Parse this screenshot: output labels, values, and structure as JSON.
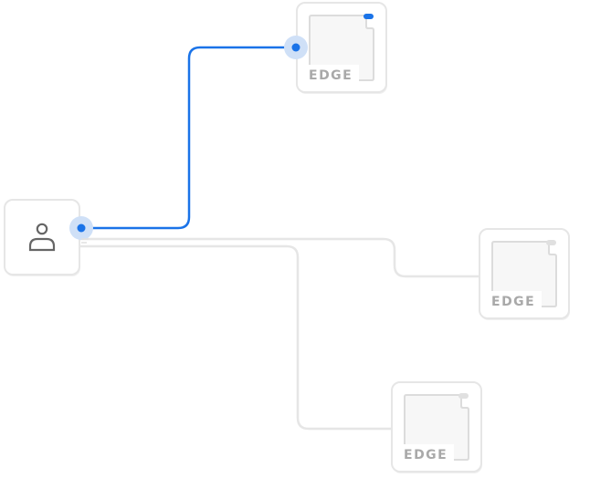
{
  "colors": {
    "active_connection": "#1a73e8",
    "active_halo": "#cfe0f7",
    "inactive_connection": "#e6e6e6",
    "card_border": "#e6e6e6",
    "card_shadow": "#f0f0f0",
    "device_fill": "#f7f7f7",
    "device_stroke": "#dcdcdc",
    "led_active": "#1a73e8",
    "led_inactive": "#e0e0e0",
    "label": "#a9a9a9",
    "user_icon": "#666666"
  },
  "source": {
    "icon": "user-icon"
  },
  "devices": [
    {
      "label": "EDGE",
      "icon": "edge-device-icon",
      "status": "active"
    },
    {
      "label": "EDGE",
      "icon": "edge-device-icon",
      "status": "inactive"
    },
    {
      "label": "EDGE",
      "icon": "edge-device-icon",
      "status": "inactive"
    }
  ]
}
